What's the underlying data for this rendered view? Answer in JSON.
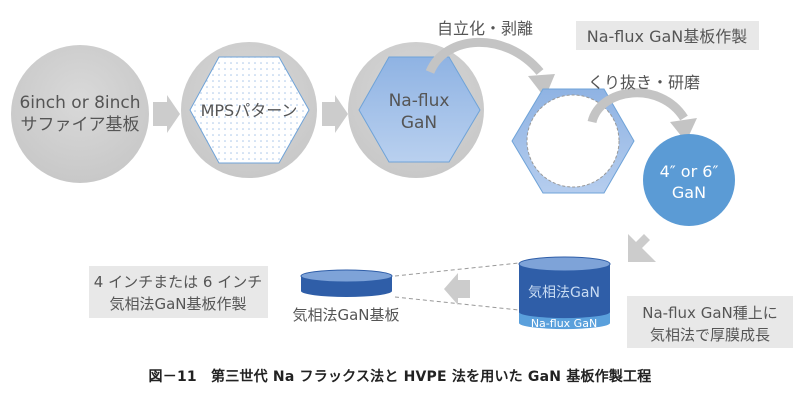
{
  "steps": {
    "sapphire": {
      "line1": "6inch or 8inch",
      "line2": "サファイア基板"
    },
    "mps": {
      "label": "MPSパターン"
    },
    "naflux": {
      "line1": "Na-flux",
      "line2": "GaN"
    },
    "freestanding_label": "自立化・剥離",
    "cutout_label": "くり抜き・研磨",
    "gan_wafer": {
      "line1": "4″ or 6″",
      "line2": "GaN"
    }
  },
  "section_titles": {
    "naflux_fabrication": "Na-flux GaN基板作製",
    "vapor_growth": {
      "line1": "Na-flux GaN種上に",
      "line2": "気相法で厚膜成長"
    },
    "final_product": {
      "line1": "4 インチまたは 6 インチ",
      "line2": "気相法GaN基板作製"
    }
  },
  "cylinder": {
    "top_layer": "気相法GaN",
    "bottom_layer": "Na-flux GaN"
  },
  "disk_label": "気相法GaN基板",
  "caption": "図－11　第三世代 Na フラックス法と HVPE 法を用いた GaN 基板作製工程",
  "colors": {
    "gray_circle": "#cfcfcf",
    "arrow_gray": "#cccccc",
    "hex_blue": "#9dbde6",
    "hex_edge": "#5b9bd5",
    "wafer_blue": "#5b9bd5",
    "cylinder_dark": "#2f5ea8",
    "cylinder_light": "#5aa0dc",
    "note_bg": "#e8e8e8"
  }
}
